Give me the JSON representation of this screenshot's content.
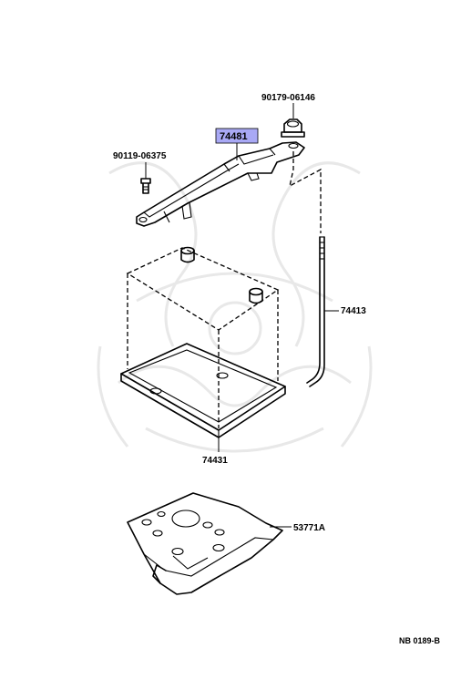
{
  "parts": {
    "nut": "90179-06146",
    "bolt": "90119-06375",
    "clamp": "74481",
    "rod": "74413",
    "tray": "74431",
    "bracket": "53771A"
  },
  "highlight_color": "#a9a9f5",
  "reference_code": "NB 0189-B"
}
